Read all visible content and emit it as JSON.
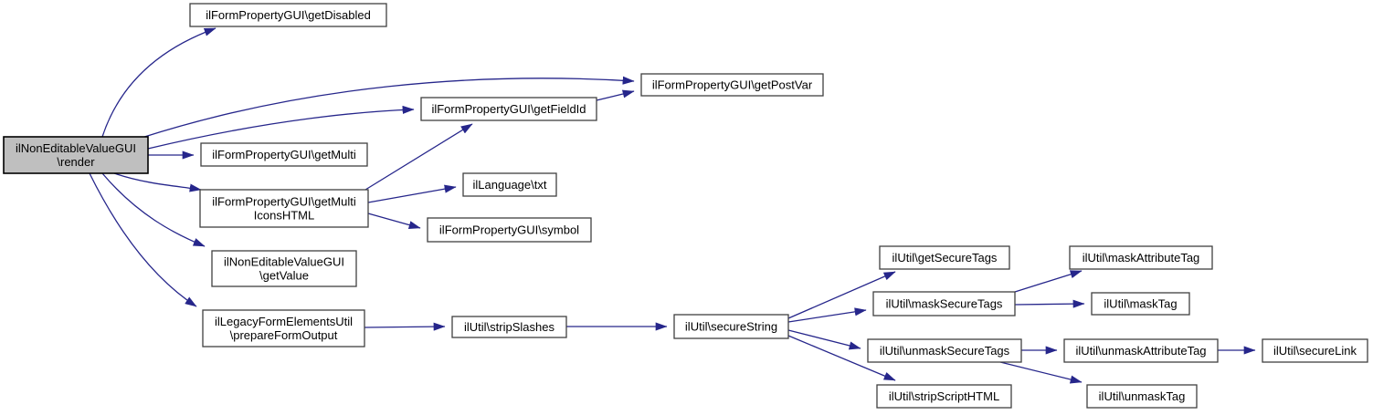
{
  "diagram": {
    "kind": "doxygen-call-graph",
    "colors": {
      "edge": "#26268b",
      "node_border": "#404040",
      "node_fill": "#ffffff",
      "highlight_border": "#000000",
      "highlight_fill": "#bfbfbf",
      "text": "#000000",
      "background": "#ffffff"
    },
    "nodes": [
      {
        "id": "render",
        "label": "ilNonEditableValueGUI\n\\render",
        "highlighted": true
      },
      {
        "id": "getDisabled",
        "label": "ilFormPropertyGUI\\getDisabled"
      },
      {
        "id": "getPostVar",
        "label": "ilFormPropertyGUI\\getPostVar"
      },
      {
        "id": "getFieldId",
        "label": "ilFormPropertyGUI\\getFieldId"
      },
      {
        "id": "getMulti",
        "label": "ilFormPropertyGUI\\getMulti"
      },
      {
        "id": "getMultiIconsHTML",
        "label": "ilFormPropertyGUI\\getMulti\nIconsHTML"
      },
      {
        "id": "txt",
        "label": "ilLanguage\\txt"
      },
      {
        "id": "symbol",
        "label": "ilFormPropertyGUI\\symbol"
      },
      {
        "id": "getValue",
        "label": "ilNonEditableValueGUI\n\\getValue"
      },
      {
        "id": "prepareFormOutput",
        "label": "ilLegacyFormElementsUtil\n\\prepareFormOutput"
      },
      {
        "id": "stripSlashes",
        "label": "ilUtil\\stripSlashes"
      },
      {
        "id": "secureString",
        "label": "ilUtil\\secureString"
      },
      {
        "id": "getSecureTags",
        "label": "ilUtil\\getSecureTags"
      },
      {
        "id": "maskSecureTags",
        "label": "ilUtil\\maskSecureTags"
      },
      {
        "id": "maskAttributeTag",
        "label": "ilUtil\\maskAttributeTag"
      },
      {
        "id": "maskTag",
        "label": "ilUtil\\maskTag"
      },
      {
        "id": "unmaskSecureTags",
        "label": "ilUtil\\unmaskSecureTags"
      },
      {
        "id": "unmaskAttributeTag",
        "label": "ilUtil\\unmaskAttributeTag"
      },
      {
        "id": "secureLink",
        "label": "ilUtil\\secureLink"
      },
      {
        "id": "stripScriptHTML",
        "label": "ilUtil\\stripScriptHTML"
      },
      {
        "id": "unmaskTag",
        "label": "ilUtil\\unmaskTag"
      }
    ],
    "edges": [
      {
        "from": "render",
        "to": "getDisabled"
      },
      {
        "from": "render",
        "to": "getPostVar"
      },
      {
        "from": "render",
        "to": "getFieldId"
      },
      {
        "from": "render",
        "to": "getMulti"
      },
      {
        "from": "render",
        "to": "getMultiIconsHTML"
      },
      {
        "from": "render",
        "to": "getValue"
      },
      {
        "from": "render",
        "to": "prepareFormOutput"
      },
      {
        "from": "getFieldId",
        "to": "getPostVar"
      },
      {
        "from": "getMultiIconsHTML",
        "to": "getFieldId"
      },
      {
        "from": "getMultiIconsHTML",
        "to": "txt"
      },
      {
        "from": "getMultiIconsHTML",
        "to": "symbol"
      },
      {
        "from": "prepareFormOutput",
        "to": "stripSlashes"
      },
      {
        "from": "stripSlashes",
        "to": "secureString"
      },
      {
        "from": "secureString",
        "to": "getSecureTags"
      },
      {
        "from": "secureString",
        "to": "maskSecureTags"
      },
      {
        "from": "secureString",
        "to": "unmaskSecureTags"
      },
      {
        "from": "secureString",
        "to": "stripScriptHTML"
      },
      {
        "from": "maskSecureTags",
        "to": "maskAttributeTag"
      },
      {
        "from": "maskSecureTags",
        "to": "maskTag"
      },
      {
        "from": "unmaskSecureTags",
        "to": "unmaskAttributeTag"
      },
      {
        "from": "unmaskSecureTags",
        "to": "unmaskTag"
      },
      {
        "from": "unmaskAttributeTag",
        "to": "secureLink"
      }
    ]
  }
}
